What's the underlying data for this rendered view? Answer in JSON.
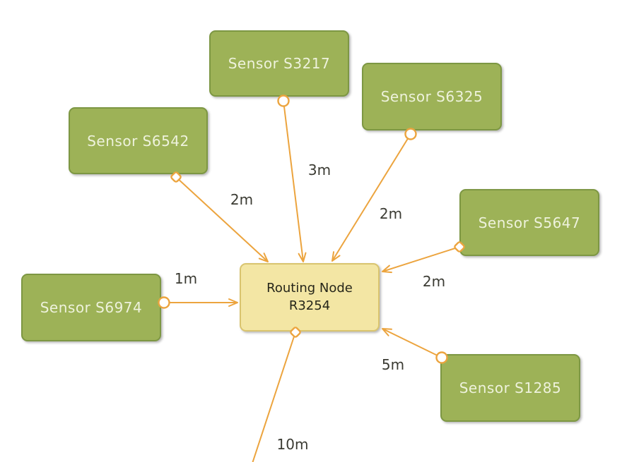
{
  "colors": {
    "background": "#ffffff",
    "sensor_fill": "#9db257",
    "sensor_border": "#7d9743",
    "sensor_text": "#eef2dc",
    "router_fill": "#f3e6a4",
    "router_border": "#d9c46f",
    "router_text": "#26261a",
    "edge_stroke": "#eca43e",
    "edge_label_text": "#3b3b33",
    "connector_fill": "#ffffff"
  },
  "router": {
    "label_line1": "Routing Node",
    "label_line2": "R3254"
  },
  "sensors": [
    {
      "id": "S3217",
      "label": "Sensor S3217"
    },
    {
      "id": "S6325",
      "label": "Sensor S6325"
    },
    {
      "id": "S6542",
      "label": "Sensor S6542"
    },
    {
      "id": "S5647",
      "label": "Sensor S5647"
    },
    {
      "id": "S6974",
      "label": "Sensor S6974"
    },
    {
      "id": "S1285",
      "label": "Sensor S1285"
    }
  ],
  "edges": [
    {
      "source": "S6542",
      "target": "R3254",
      "label": "2m",
      "source_connector": "diamond"
    },
    {
      "source": "S3217",
      "target": "R3254",
      "label": "3m",
      "source_connector": "circle"
    },
    {
      "source": "S6325",
      "target": "R3254",
      "label": "2m",
      "source_connector": "circle"
    },
    {
      "source": "S5647",
      "target": "R3254",
      "label": "2m",
      "source_connector": "diamond"
    },
    {
      "source": "S6974",
      "target": "R3254",
      "label": "1m",
      "source_connector": "circle"
    },
    {
      "source": "S1285",
      "target": "R3254",
      "label": "5m",
      "source_connector": "circle"
    },
    {
      "source": "R3254",
      "target": "offscreen",
      "label": "10m",
      "source_connector": "diamond"
    }
  ]
}
